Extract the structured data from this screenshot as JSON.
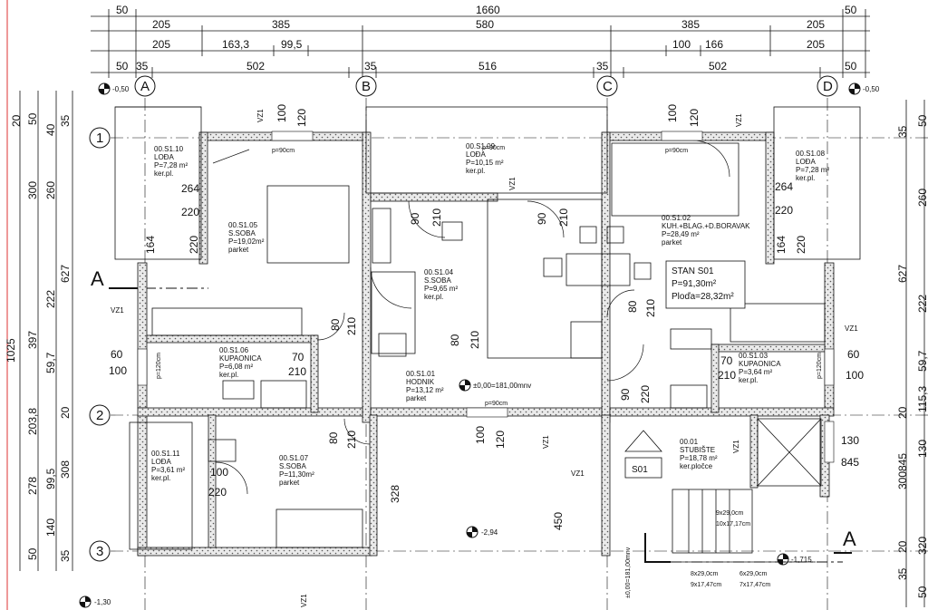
{
  "top_dims": {
    "row1": {
      "a": "50",
      "total": "1660",
      "b": "50"
    },
    "row2": [
      "205",
      "385",
      "580",
      "385",
      "205"
    ],
    "row3": [
      "205",
      "163,3",
      "99,5",
      "100",
      "166",
      "205"
    ],
    "row4": [
      "50",
      "35",
      "502",
      "35",
      "516",
      "35",
      "502",
      "50"
    ]
  },
  "axes": {
    "A": "A",
    "B": "B",
    "C": "C",
    "D": "D",
    "r1": "1",
    "r2": "2",
    "r3": "3"
  },
  "levels": {
    "tl": "-0,50",
    "tr": "-0,50",
    "bl": "-1,30",
    "stair": "-2,94",
    "landing": "-1,715",
    "hall": "±0,00=181,00mnv",
    "stair_v": "±0,00=181,00mnv"
  },
  "section": {
    "left": "A",
    "right": "A"
  },
  "left_dims": [
    "1025",
    "397",
    "627",
    "300",
    "260",
    "222",
    "59,7",
    "203,8",
    "278",
    "308",
    "99,5",
    "140",
    "35",
    "50",
    "40",
    "50",
    "20",
    "35",
    "20"
  ],
  "right_dims": [
    "35",
    "50",
    "260",
    "627",
    "222",
    "59,7",
    "115,3",
    "130",
    "845",
    "300",
    "320",
    "20",
    "20",
    "35",
    "50"
  ],
  "rooms": {
    "s110": {
      "code": "00.S1.10",
      "name": "LOĐA",
      "area": "P=7,28 m²",
      "floor": "ker.pl."
    },
    "s109": {
      "code": "00.S1.09",
      "name": "LOĐA",
      "area": "P=10,15 m²",
      "floor": "ker.pl."
    },
    "s108": {
      "code": "00.S1.08",
      "name": "LOĐA",
      "area": "P=7,28 m²",
      "floor": "ker.pl."
    },
    "s105": {
      "code": "00.S1.05",
      "name": "S.SOBA",
      "area": "P=19,02m²",
      "floor": "parket"
    },
    "s104": {
      "code": "00.S1.04",
      "name": "S.SOBA",
      "area": "P=9,65 m²",
      "floor": "ker.pl."
    },
    "s102": {
      "code": "00.S1.02",
      "name": "KUH.+BLAG.+D.BORAVAK",
      "area": "P=28,49 m²",
      "floor": "parket"
    },
    "s106": {
      "code": "00.S1.06",
      "name": "KUPAONICA",
      "area": "P=6,08 m²",
      "floor": "ker.pl."
    },
    "s101": {
      "code": "00.S1.01",
      "name": "HODNIK",
      "area": "P=13,12 m²",
      "floor": "parket"
    },
    "s103": {
      "code": "00.S1.03",
      "name": "KUPAONICA",
      "area": "P=3,64 m²",
      "floor": "ker.pl."
    },
    "s111": {
      "code": "00.S1.11",
      "name": "LOĐA",
      "area": "P=3,61 m²",
      "floor": "ker.pl."
    },
    "s107": {
      "code": "00.S1.07",
      "name": "S.SOBA",
      "area": "P=11,30m²",
      "floor": "parket"
    },
    "s001": {
      "code": "00.01",
      "name": "STUBIŠTE",
      "area": "P=18,78 m²",
      "floor": "ker.pločce"
    }
  },
  "stan": {
    "name": "STAN S01",
    "area": "P=91,30m²",
    "loggia": "Ploďa=28,32m²"
  },
  "unit_tag": "S01",
  "vz": "VZ1",
  "window_p": "p=90cm",
  "window_p120": "p=120cm",
  "openings": {
    "w100": "100",
    "w120": "120",
    "d90": "90",
    "d210": "210",
    "d80": "80",
    "d70": "70",
    "d60": "60",
    "d264": "264",
    "d220": "220",
    "d164": "164",
    "d328": "328",
    "d450": "450"
  },
  "stairs": {
    "top1": "9x29,0cm",
    "top2": "10x17,17cm",
    "bl1": "8x29,0cm",
    "bl2": "9x17,47cm",
    "br1": "6x29,0cm",
    "br2": "7x17,47cm"
  }
}
